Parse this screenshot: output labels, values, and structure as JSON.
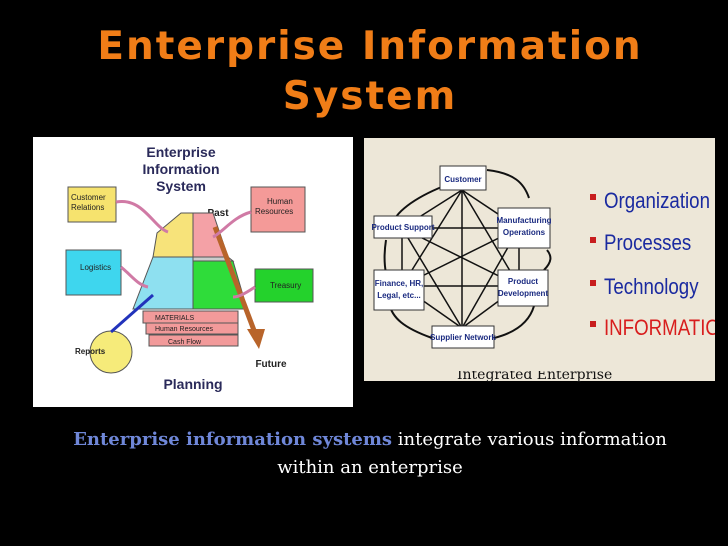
{
  "slide": {
    "title_line1": "Enterprise Information",
    "title_line2": "System",
    "caption": "Integrated Enterprise",
    "body_highlight": "Enterprise information systems",
    "body_rest": " integrate various information within an enterprise"
  },
  "left_diagram": {
    "heading_line1": "Enterprise",
    "heading_line2": "Information",
    "heading_line3": "System",
    "past": "Past",
    "future": "Future",
    "planning": "Planning",
    "customer_relations_line1": "Customer",
    "customer_relations_line2": "Relations",
    "human_resources_line1": "Human",
    "human_resources_line2": "Resources",
    "logistics": "Logistics",
    "treasury": "Treasury",
    "reports": "Reports",
    "materials": "MATERIALS",
    "human_resources_bar": "Human Resources",
    "cash_flow": "Cash Flow"
  },
  "right_diagram": {
    "customer": "Customer",
    "manufacturing_line1": "Manufacturing",
    "manufacturing_line2": "Operations",
    "product_support": "Product Support",
    "finance_line1": "Finance, HR,",
    "finance_line2": "Legal, etc...",
    "product_dev_line1": "Product",
    "product_dev_line2": "Development",
    "supplier_network": "Supplier Network",
    "bullets": [
      "Organization",
      "Processes",
      "Technology",
      "INFORMATION"
    ],
    "colors": {
      "bullet_normal": "#1a2aa0",
      "bullet_highlight": "#d81d1d",
      "bullet_square": "#c81e1e"
    }
  }
}
